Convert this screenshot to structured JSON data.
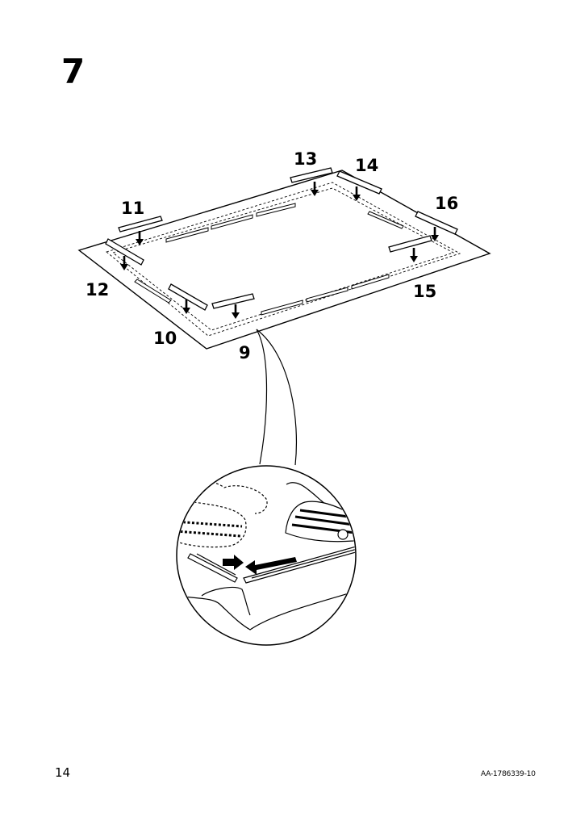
{
  "step": {
    "number": "7"
  },
  "callouts": [
    "9",
    "10",
    "11",
    "12",
    "13",
    "14",
    "15",
    "16"
  ],
  "footer": {
    "page_number": "14",
    "doc_code": "AA-1786339-10"
  }
}
